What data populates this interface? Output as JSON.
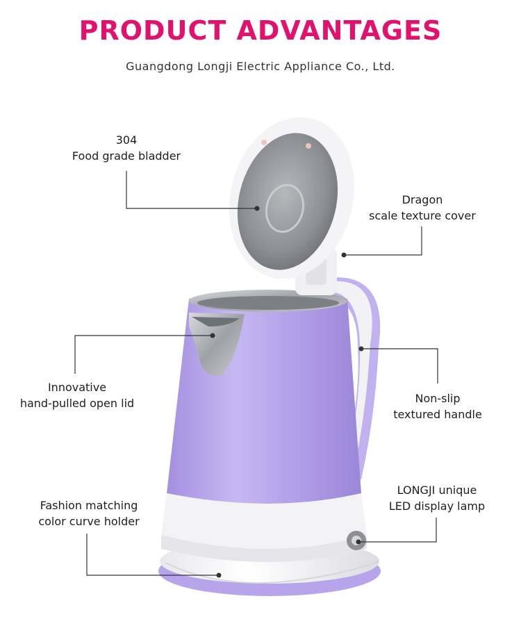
{
  "header": {
    "title": "PRODUCT ADVANTAGES",
    "company": "Guangdong Longji Electric Appliance Co., Ltd."
  },
  "features": [
    {
      "line1": "304",
      "line2": "Food grade bladder"
    },
    {
      "line1": "Dragon",
      "line2": "scale texture cover"
    },
    {
      "line1": "Innovative",
      "line2": "hand-pulled open lid"
    },
    {
      "line1": "Non-slip",
      "line2": "textured handle"
    },
    {
      "line1": "LONGJI unique",
      "line2": "LED display lamp"
    },
    {
      "line1": "Fashion matching",
      "line2": "color curve holder"
    }
  ],
  "colors": {
    "title": "#e0126e",
    "kettle_body": "#b9a6ea",
    "base": "#f4f4f6",
    "steel": "#a9acb1"
  }
}
